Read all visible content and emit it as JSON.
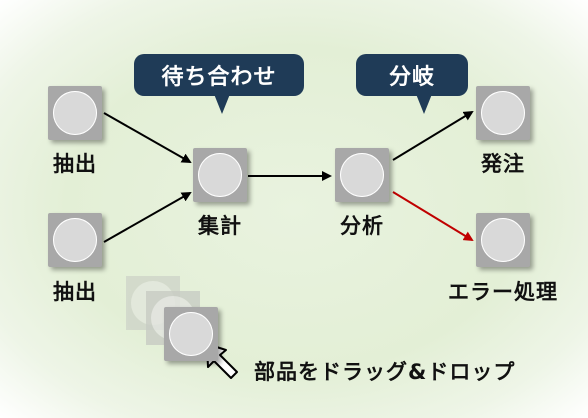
{
  "nodes": {
    "extract1": "抽出",
    "extract2": "抽出",
    "aggregate": "集計",
    "analyze": "分析",
    "order": "発注",
    "error": "エラー処理"
  },
  "callouts": {
    "wait": "待ち合わせ",
    "branch": "分岐"
  },
  "drag_hint": "部品をドラッグ&ドロップ",
  "colors": {
    "callout_bg": "#1f3b57",
    "edge_normal": "#000000",
    "edge_error": "#c00000",
    "node_frame": "#a8a8a8",
    "background": "#e3efd6"
  },
  "icons": [
    "pointer-cursor-icon"
  ]
}
